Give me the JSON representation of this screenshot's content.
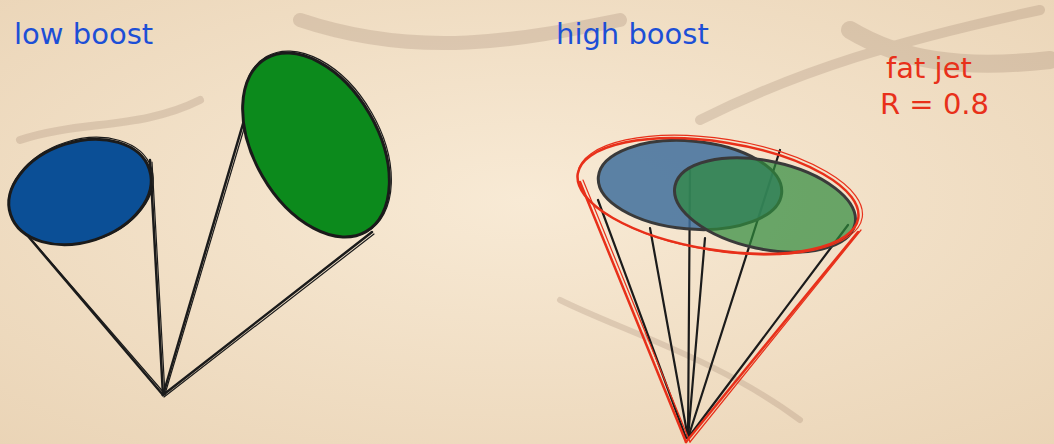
{
  "diagram": {
    "labels": [
      "low boost",
      "high boost",
      "fat jet",
      "R = 0.8"
    ]
  }
}
